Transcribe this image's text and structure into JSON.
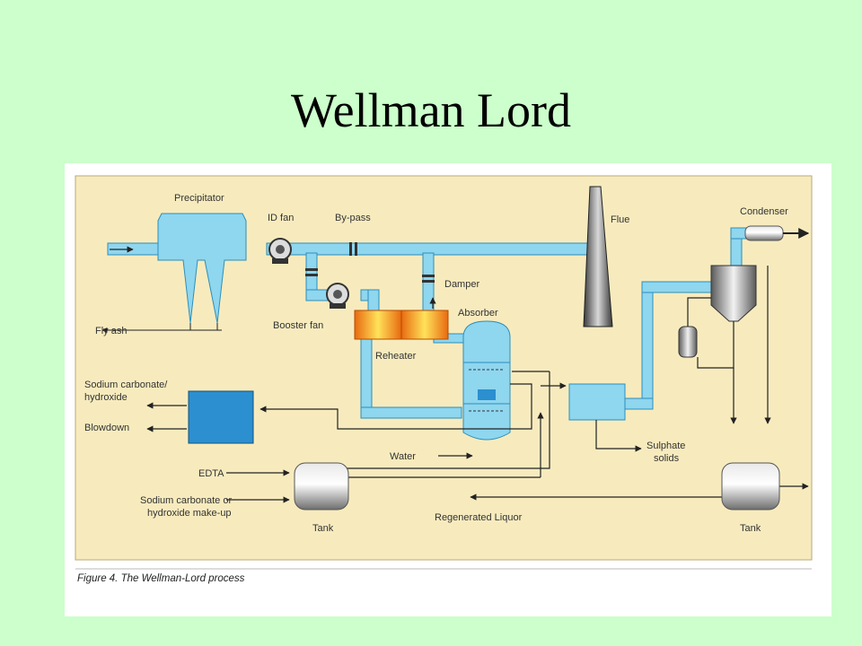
{
  "slide": {
    "title": "Wellman Lord"
  },
  "diagram": {
    "caption": "Figure 4. The Wellman-Lord process",
    "labels": {
      "precipitator": "Precipitator",
      "id_fan": "ID fan",
      "bypass": "By-pass",
      "flue": "Flue",
      "condenser": "Condenser",
      "damper": "Damper",
      "booster_fan": "Booster fan",
      "absorber": "Absorber",
      "fly_ash": "Fly ash",
      "reheater": "Reheater",
      "sodium_carbonate_1": "Sodium carbonate/",
      "sodium_carbonate_2": "hydroxide",
      "blowdown": "Blowdown",
      "water": "Water",
      "sulphate_1": "Sulphate",
      "sulphate_2": "solids",
      "edta": "EDTA",
      "makeup_1": "Sodium carbonate or",
      "makeup_2": "hydroxide make-up",
      "tank_left": "Tank",
      "regenerated_liquor": "Regenerated Liquor",
      "tank_right": "Tank"
    },
    "colors": {
      "slide_bg": "#ccffcc",
      "panel_bg": "#f7ebbe",
      "duct": "#8fd6ef",
      "duct_edge": "#2e8fb8",
      "blowdown_box": "#2b8fd0",
      "reheater": "#f39a1c"
    }
  }
}
